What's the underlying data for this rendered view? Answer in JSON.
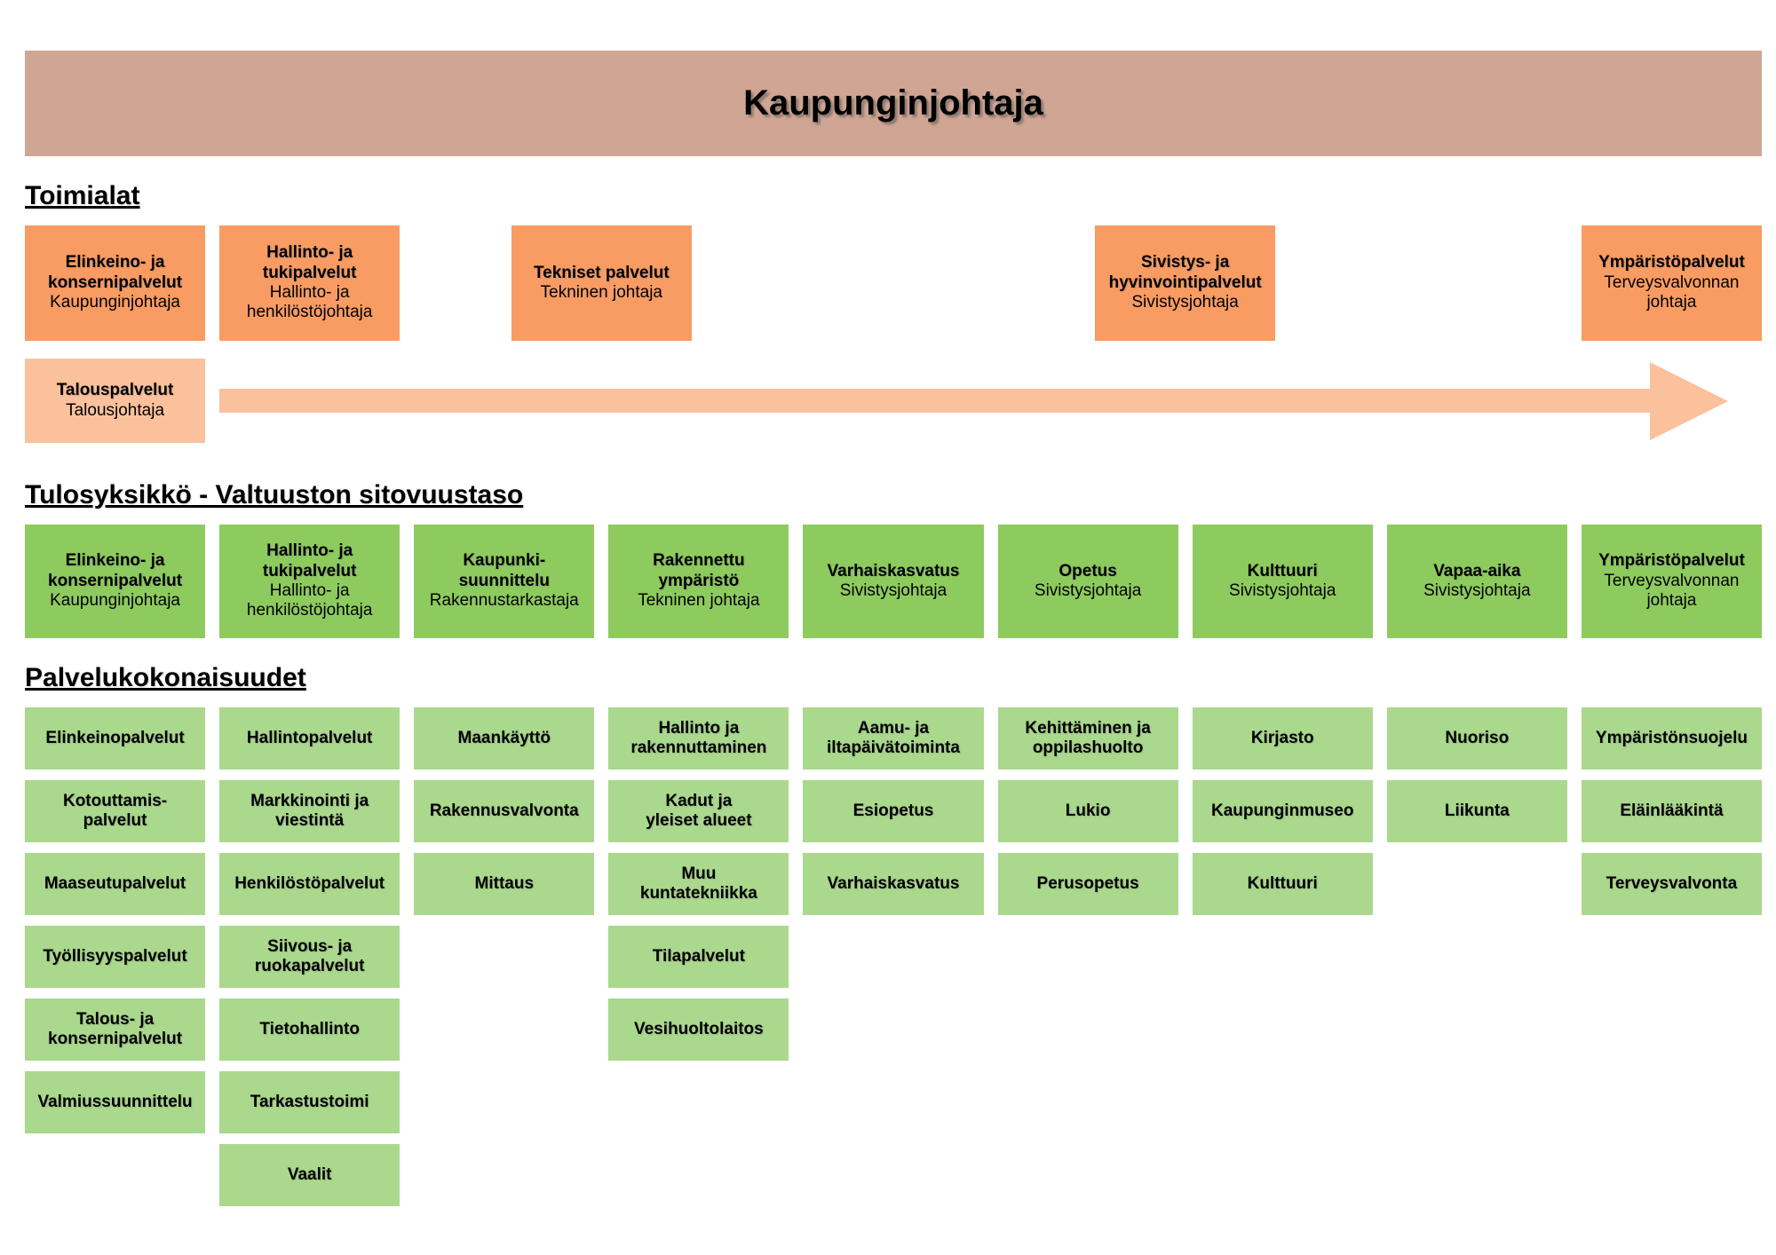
{
  "colors": {
    "banner": "#d1a593",
    "orange": "#f89c63",
    "peach": "#fac19c",
    "green": "#8ecb5f",
    "lightgreen": "#aad88d",
    "text": "#000000",
    "background": "#ffffff"
  },
  "header": {
    "title": "Kaupunginjohtaja"
  },
  "toimialat": {
    "heading": "Toimialat",
    "boxes": [
      {
        "title": "Elinkeino- ja\nkonsernipalvelut",
        "subtitle": "Kaupunginjohtaja"
      },
      {
        "title": "Hallinto- ja\ntukipalvelut",
        "subtitle": "Hallinto- ja\nhenkilöstöjohtaja"
      },
      {
        "title": "Tekniset palvelut",
        "subtitle": "Tekninen johtaja"
      },
      {
        "title": "Sivistys- ja\nhyvinvointipalvelut",
        "subtitle": "Sivistysjohtaja"
      },
      {
        "title": "Ympäristöpalvelut",
        "subtitle": "Terveysvalvonnan\njohtaja"
      }
    ],
    "talous": {
      "title": "Talouspalvelut",
      "subtitle": "Talousjohtaja"
    }
  },
  "tulosyksikko": {
    "heading": "Tulosyksikkö - Valtuuston sitovuustaso",
    "boxes": [
      {
        "title": "Elinkeino- ja\nkonsernipalvelut",
        "subtitle": "Kaupunginjohtaja"
      },
      {
        "title": "Hallinto- ja\ntukipalvelut",
        "subtitle": "Hallinto- ja\nhenkilöstöjohtaja"
      },
      {
        "title": "Kaupunki-\nsuunnittelu",
        "subtitle": "Rakennustarkastaja"
      },
      {
        "title": "Rakennettu\nympäristö",
        "subtitle": "Tekninen johtaja"
      },
      {
        "title": "Varhaiskasvatus",
        "subtitle": "Sivistysjohtaja"
      },
      {
        "title": "Opetus",
        "subtitle": "Sivistysjohtaja"
      },
      {
        "title": "Kulttuuri",
        "subtitle": "Sivistysjohtaja"
      },
      {
        "title": "Vapaa-aika",
        "subtitle": "Sivistysjohtaja"
      },
      {
        "title": "Ympäristöpalvelut",
        "subtitle": "Terveysvalvonnan\njohtaja"
      }
    ]
  },
  "palvelut": {
    "heading": "Palvelukokonaisuudet",
    "columns": [
      {
        "items": [
          "Elinkeinopalvelut",
          "Kotouttamis-\npalvelut",
          "Maaseutupalvelut",
          "Työllisyyspalvelut",
          "Talous- ja\nkonsernipalvelut",
          "Valmiussuunnittelu"
        ]
      },
      {
        "items": [
          "Hallintopalvelut",
          "Markkinointi ja\nviestintä",
          "Henkilöstöpalvelut",
          "Siivous- ja\nruokapalvelut",
          "Tietohallinto",
          "Tarkastustoimi",
          "Vaalit"
        ]
      },
      {
        "items": [
          "Maankäyttö",
          "Rakennusvalvonta",
          "Mittaus"
        ]
      },
      {
        "items": [
          "Hallinto ja\nrakennuttaminen",
          "Kadut ja\nyleiset alueet",
          "Muu\nkuntatekniikka",
          "Tilapalvelut",
          "Vesihuoltolaitos"
        ]
      },
      {
        "items": [
          "Aamu- ja\niltapäivätoiminta",
          "Esiopetus",
          "Varhaiskasvatus"
        ]
      },
      {
        "items": [
          "Kehittäminen ja\noppilashuolto",
          "Lukio",
          "Perusopetus"
        ]
      },
      {
        "items": [
          "Kirjasto",
          "Kaupunginmuseo",
          "Kulttuuri"
        ]
      },
      {
        "items": [
          "Nuoriso",
          "Liikunta"
        ]
      },
      {
        "items": [
          "Ympäristönsuojelu",
          "Eläinlääkintä",
          "Terveysvalvonta"
        ]
      }
    ]
  }
}
